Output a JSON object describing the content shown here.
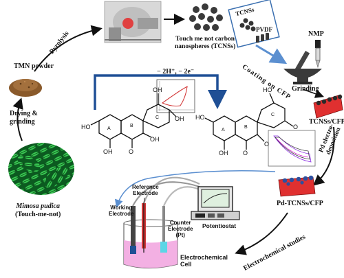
{
  "labels": {
    "drying": "Drying &",
    "grinding": "grinding",
    "tmn_powder": "TMN powder",
    "pyrolysis": "Pyrolysis",
    "tcns_line1": "Touch me not carbon",
    "tcns_line2": "nanospheres (TCNSs)",
    "box_tcnss": "TCNSs",
    "box_pvdf": "PVDF",
    "nmp": "NMP",
    "grinding_mortar": "Grinding",
    "coating": "Coating on CFP",
    "tcns_cfp": "TCNSs/CFP",
    "pd_electro": "Pd electro-",
    "deposition": "deposition",
    "pd_tcns_cfp": "Pd-TCNSs/CFP",
    "electrochemical_studies": "Electrochemical studies",
    "oxidation": "− 2H⁺, − 2e⁻",
    "mimosa": "Mimosa pudica",
    "mimosa_common": "(Touch-me-not)",
    "reference_electrode_1": "Reference",
    "reference_electrode_2": "Electrode",
    "working_electrode_1": "Working",
    "working_electrode_2": "Electrode",
    "counter_electrode_1": "Counter",
    "counter_electrode_2": "Electrode",
    "counter_electrode_3": "(Pt)",
    "potentiostat": "Potentiostat",
    "cell_1": "Electrochemical",
    "cell_2": "Cell",
    "mol1_A": "A",
    "mol1_B": "B",
    "mol1_C": "C",
    "mol2_A": "A",
    "mol2_B": "B",
    "mol2_C": "C",
    "oh": "OH",
    "ho": "HO",
    "o": "O"
  },
  "colors": {
    "arrow": "#111111",
    "blue_arrow": "#1f4f95",
    "light_blue_arrow": "#5b8fd0",
    "mimosa_green": "#1f9e3a",
    "powder_brown": "#8a5a2b",
    "bath_pink": "#f2a7e0",
    "electrode_red": "#e03030",
    "cv_red": "#d33a3a"
  }
}
